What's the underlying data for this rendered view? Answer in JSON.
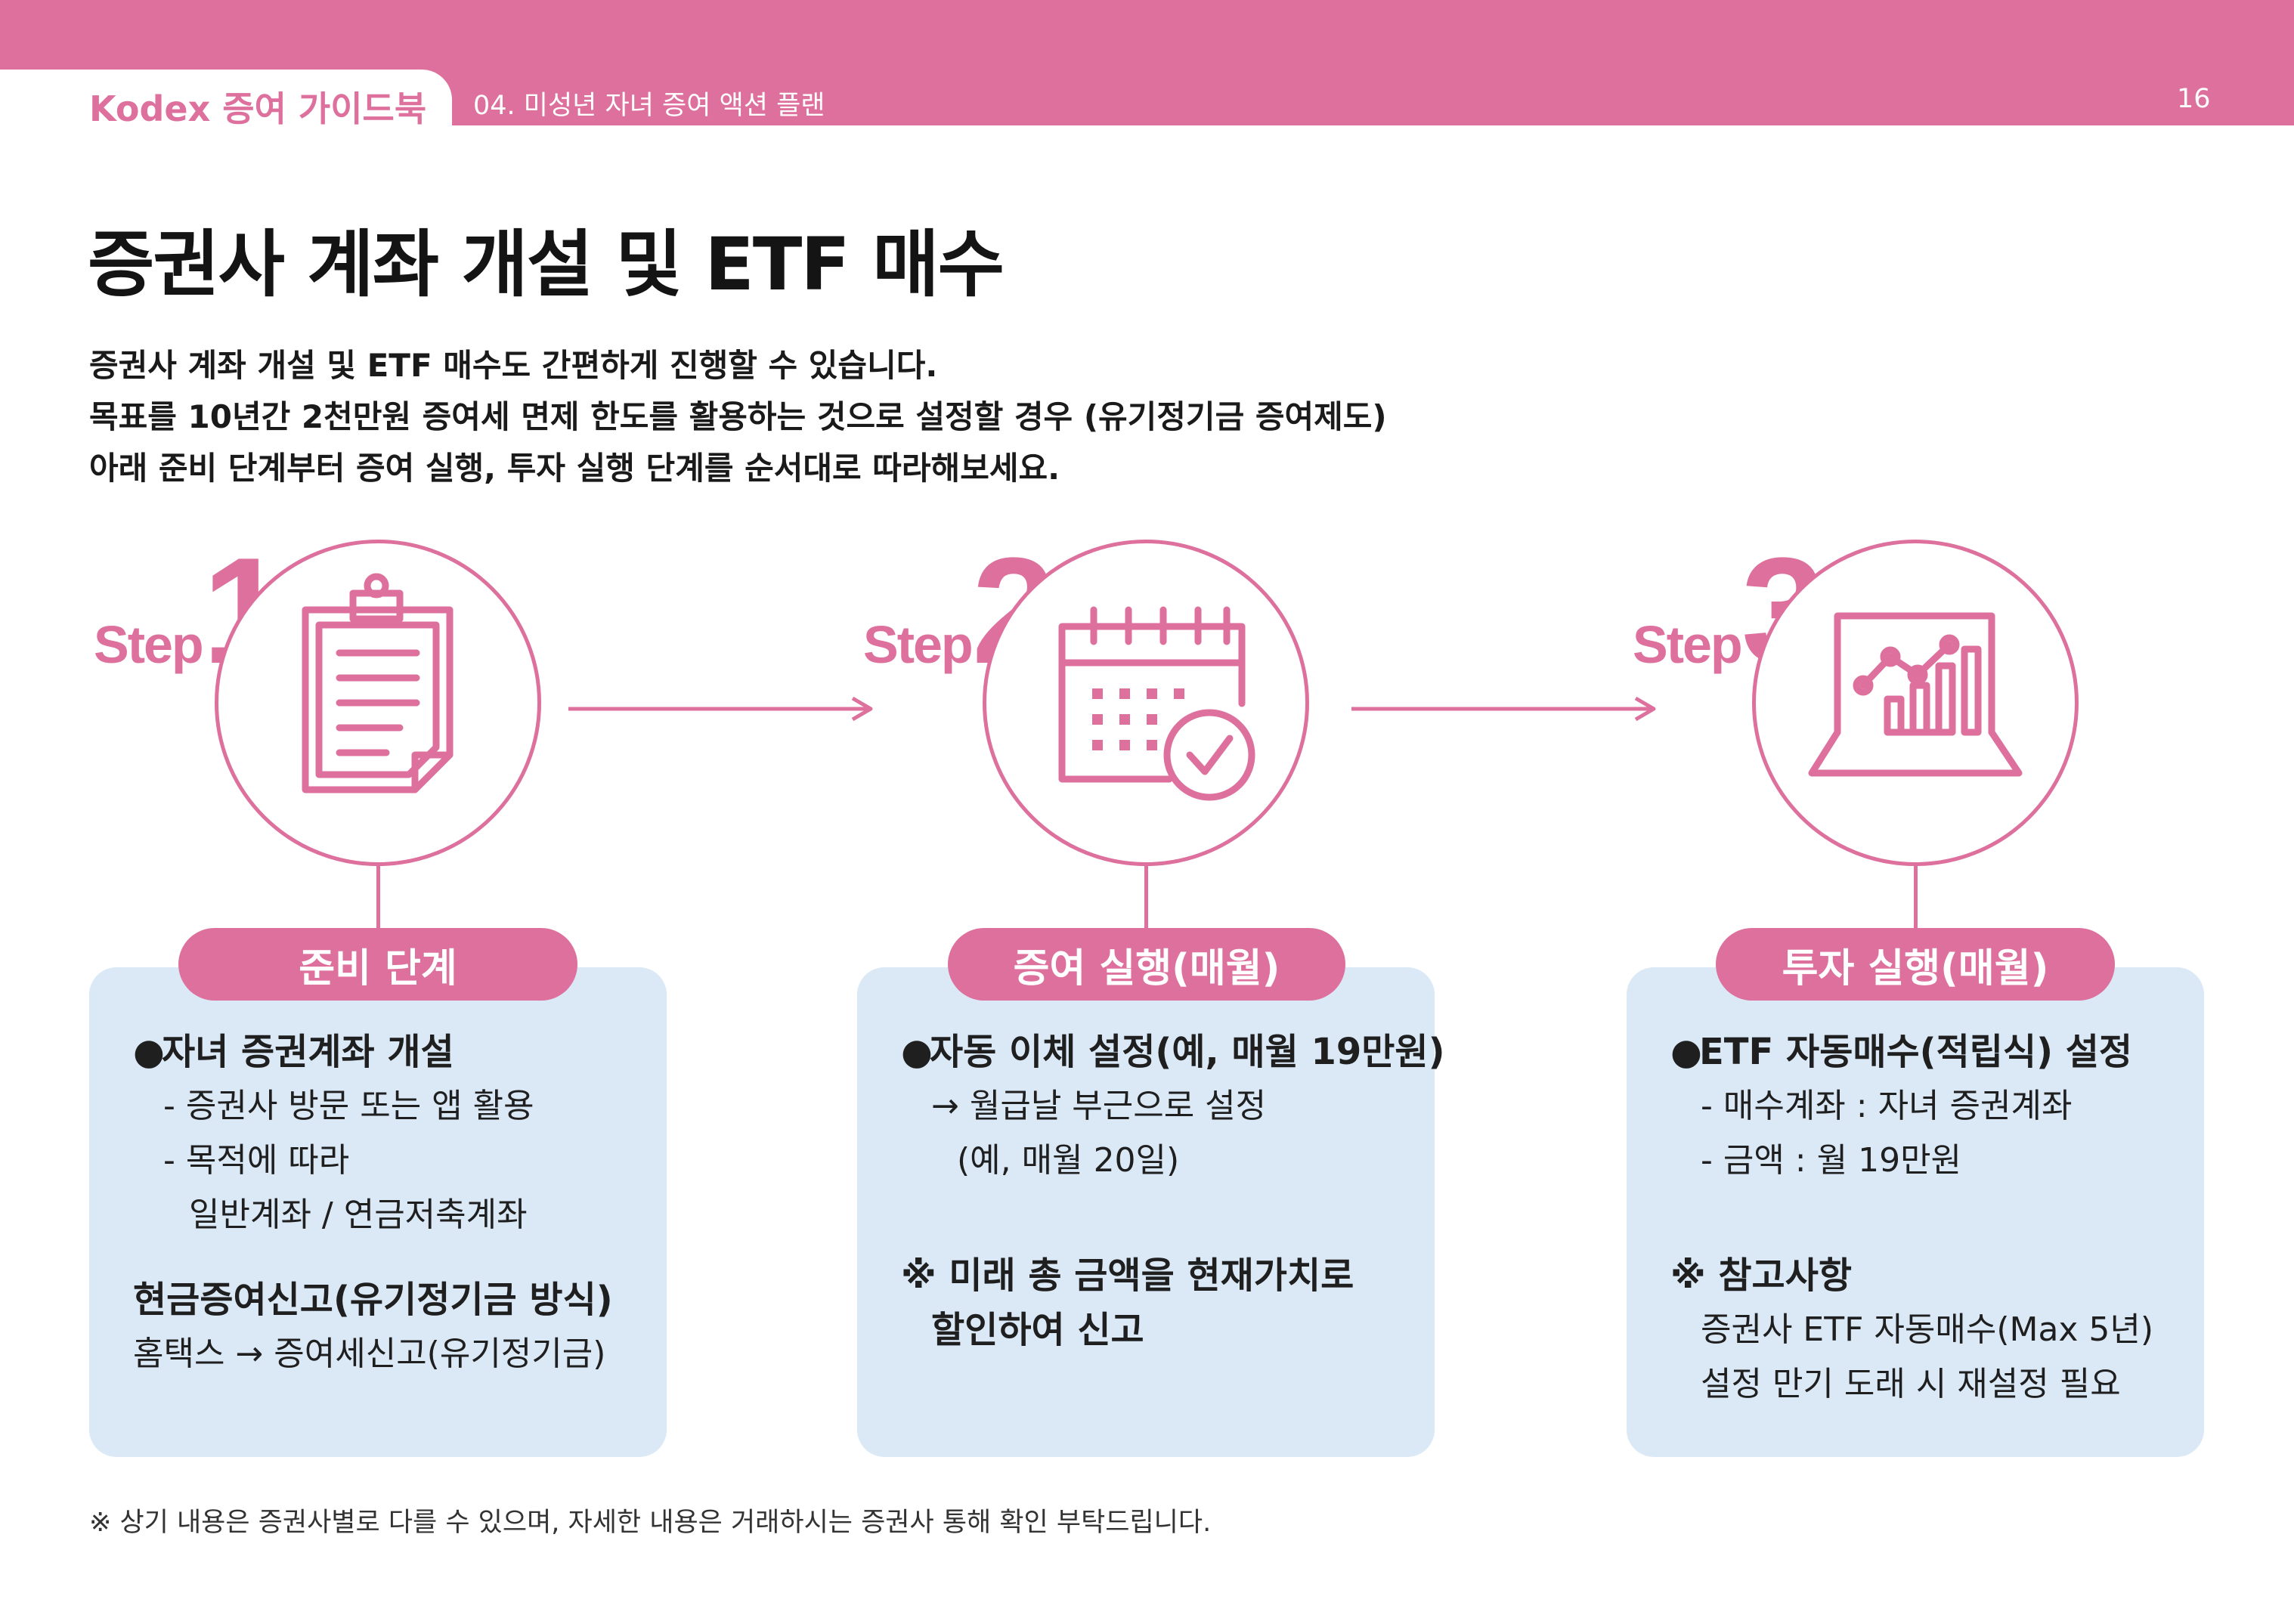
{
  "header": {
    "brand": "Kodex 증여 가이드북",
    "chapter": "04. 미성년 자녀 증여 액션 플랜",
    "page_number": "16"
  },
  "title": "증권사 계좌 개설 및 ETF 매수",
  "intro": [
    "증권사 계좌 개설 및 ETF 매수도 간편하게 진행할 수 있습니다.",
    "목표를 10년간 2천만원 증여세 면제 한도를 활용하는 것으로 설정할 경우 (유기정기금 증여제도)",
    "아래 준비 단계부터 증여 실행, 투자 실행 단계를 순서대로 따라해보세요."
  ],
  "steps": [
    {
      "word": "Step",
      "num": "1",
      "icon": "clipboard-icon",
      "pill": "준비 단계",
      "lines": [
        {
          "style": "b",
          "bullet": "●",
          "text": "자녀 증권계좌 개설"
        },
        {
          "style": "ind1",
          "text": "- 증권사 방문 또는 앱 활용"
        },
        {
          "style": "ind1",
          "text": "- 목적에 따라"
        },
        {
          "style": "ind2",
          "text": "일반계좌 / 연금저축계좌"
        },
        {
          "style": "gap",
          "text": ""
        },
        {
          "style": "b",
          "text": "현금증여신고(유기정기금 방식)"
        },
        {
          "style": "",
          "text": "홈택스 → 증여세신고(유기정기금)"
        }
      ]
    },
    {
      "word": "Step",
      "num": "2",
      "icon": "calendar-check-icon",
      "pill": "증여 실행(매월)",
      "lines": [
        {
          "style": "b",
          "bullet": "●",
          "text": "자동 이체 설정(예, 매월 19만원)"
        },
        {
          "style": "ind1",
          "text": "→ 월급날 부근으로 설정"
        },
        {
          "style": "ind2",
          "text": "(예, 매월 20일)"
        },
        {
          "style": "gap",
          "text": ""
        },
        {
          "style": "gap",
          "text": ""
        },
        {
          "style": "b",
          "text": "※ 미래 총 금액을 현재가치로"
        },
        {
          "style": "b ind1",
          "text": "할인하여 신고"
        }
      ]
    },
    {
      "word": "Step",
      "num": "3",
      "icon": "laptop-chart-icon",
      "pill": "투자 실행(매월)",
      "lines": [
        {
          "style": "b",
          "bullet": "●",
          "text": "ETF 자동매수(적립식) 설정"
        },
        {
          "style": "ind1",
          "text": "- 매수계좌 : 자녀 증권계좌"
        },
        {
          "style": "ind1",
          "text": "- 금액 : 월 19만원"
        },
        {
          "style": "gap",
          "text": ""
        },
        {
          "style": "gap",
          "text": ""
        },
        {
          "style": "b",
          "text": "※ 참고사항"
        },
        {
          "style": "ind1",
          "text": "증권사 ETF 자동매수(Max 5년)"
        },
        {
          "style": "ind1",
          "text": "설정 만기 도래 시 재설정 필요"
        }
      ]
    }
  ],
  "footnote": "※ 상기 내용은 증권사별로 다를 수 있으며, 자세한 내용은 거래하시는 증권사 통해 확인 부탁드립니다.",
  "colors": {
    "accent": "#dd709d",
    "card_bg": "#dbe9f7"
  }
}
